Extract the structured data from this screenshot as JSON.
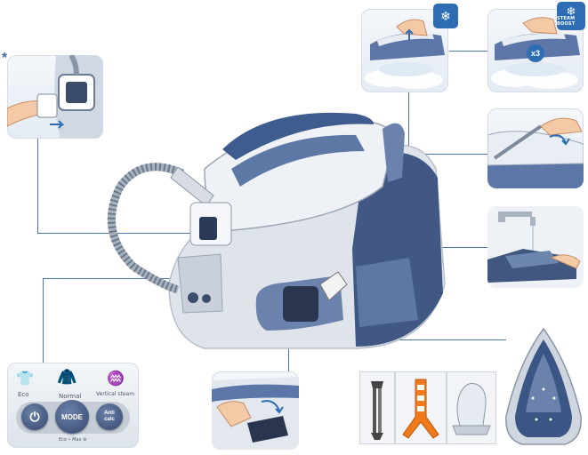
{
  "callouts": {
    "detachable_star": "*",
    "accessory_star_1": "*",
    "accessory_star_2": "*",
    "accessory_star_3": "*"
  },
  "steam_panel": {
    "steam_badge_icon": "steam-drops-icon",
    "steam_boost_badge_text": "STEAM BOOST",
    "multiplier_text": "x3"
  },
  "control_panel": {
    "mode_labels": [
      "Eco",
      "Normal",
      "Vertical steam"
    ],
    "power_button_icon": "power-icon",
    "mode_button_label": "MODE",
    "anticalc_button_label": "Anti calc",
    "mode_hint_text": "Eco • Max ⊕"
  },
  "colors": {
    "accent_blue": "#2e6db4",
    "line_blue": "#4a78ad",
    "body_grey": "#dde3ea",
    "dark_blue": "#3b5585",
    "orange_accessory": "#f07a1c"
  }
}
